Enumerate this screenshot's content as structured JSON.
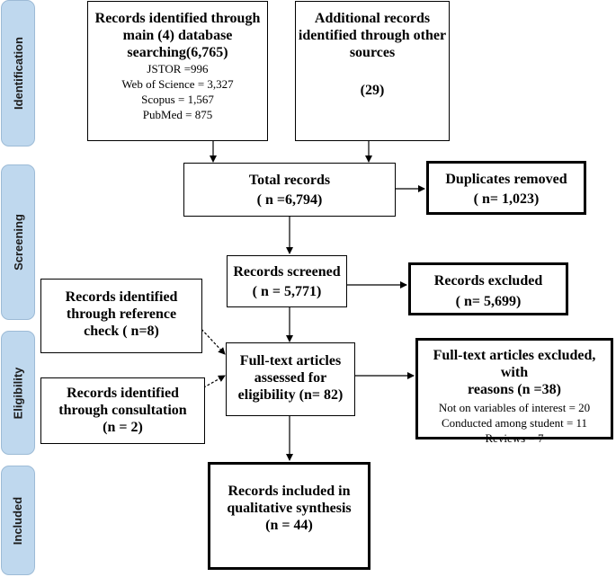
{
  "phases": {
    "identification": "Identification",
    "screening": "Screening",
    "eligibility": "Eligibility",
    "included": "Included"
  },
  "boxes": {
    "database": {
      "title_lines": [
        "Records identified through",
        "main (4) database",
        "searching(6,765)"
      ],
      "detail_lines": [
        "JSTOR =996",
        "Web of Science  = 3,327",
        "Scopus = 1,567",
        "PubMed = 875"
      ]
    },
    "other_sources": {
      "title_lines": [
        "Additional records",
        "identified through other",
        "sources"
      ],
      "count": "(29)"
    },
    "total_records": {
      "title": "Total records",
      "count": "( n =6,794)"
    },
    "duplicates_removed": {
      "title": "Duplicates removed",
      "count": "( n= 1,023)"
    },
    "records_screened": {
      "title": "Records screened",
      "count": "( n = 5,771)"
    },
    "records_excluded": {
      "title": "Records excluded",
      "count": "( n= 5,699)"
    },
    "reference_check": {
      "lines": [
        "Records identified",
        "through reference",
        "check ( n=8)"
      ]
    },
    "consultation": {
      "lines": [
        "Records identified",
        "through consultation",
        "(n = 2)"
      ]
    },
    "fulltext_assessed": {
      "lines": [
        "Full-text articles",
        "assessed for",
        "eligibility (n= 82)"
      ]
    },
    "fulltext_excluded": {
      "title_lines": [
        "Full-text articles excluded, with",
        "reasons (n =38)"
      ],
      "reasons": [
        "Not on variables of interest = 20",
        "Conducted among student = 11",
        "Reviews = 7"
      ]
    },
    "included": {
      "lines": [
        "Records included in",
        "qualitative synthesis",
        "(n = 44)"
      ]
    }
  }
}
